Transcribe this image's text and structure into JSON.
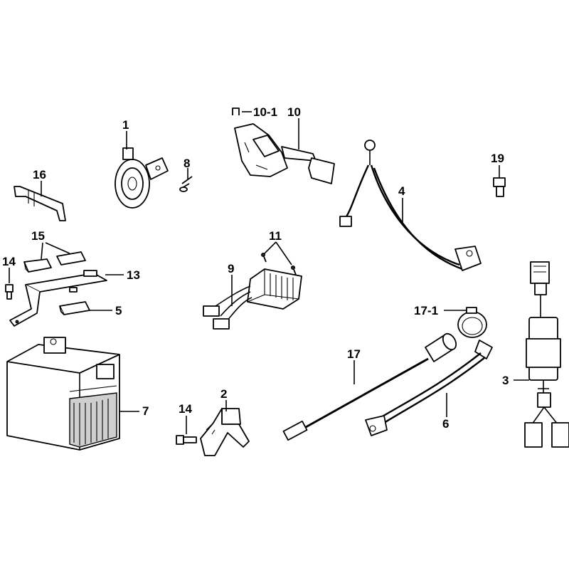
{
  "diagram": {
    "labels": {
      "horn": "1",
      "bracket": "2",
      "relay_unit": "3",
      "cable_4": "4",
      "battery_strap": "5",
      "cable_6": "6",
      "battery": "7",
      "screw_8": "8",
      "regulator": "9",
      "starter_relay": "10",
      "fuse_10_1": "10-1",
      "screw_11": "11",
      "tray": "13",
      "bolt_14_left": "14",
      "bolt_14_bottom": "14",
      "pads": "15",
      "clip": "16",
      "socket_harness": "17",
      "socket_cap": "17-1",
      "bulb": "19"
    }
  }
}
